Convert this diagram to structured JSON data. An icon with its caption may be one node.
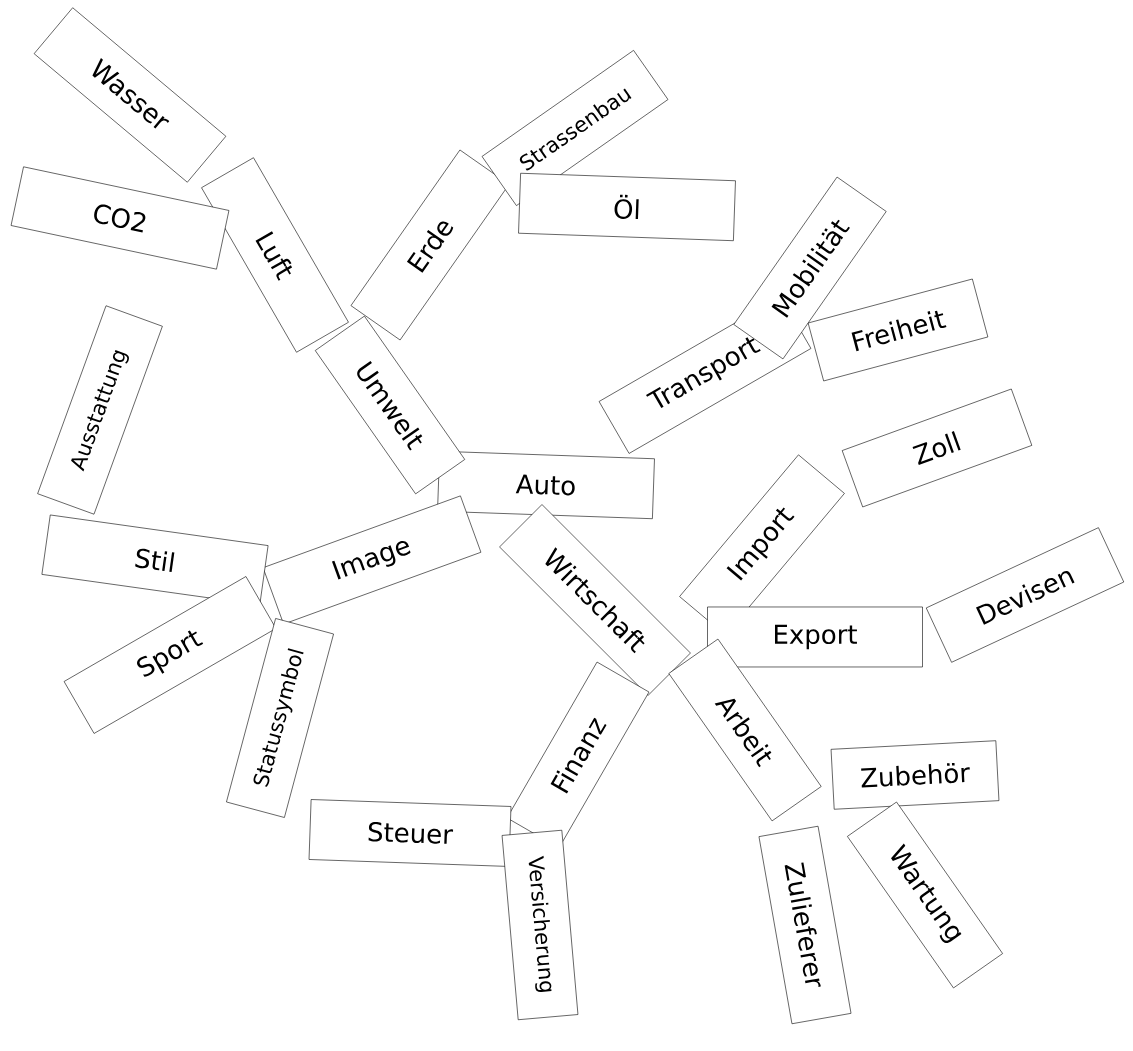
{
  "diagram": {
    "nodes": [
      {
        "text": [
          "Auto"
        ]
      },
      {
        "text": [
          "Umwelt"
        ]
      },
      {
        "text": [
          "Luft"
        ]
      },
      {
        "text": [
          "Wasser"
        ]
      },
      {
        "text": [
          "CO2"
        ]
      },
      {
        "text": [
          "Erde"
        ]
      },
      {
        "text": [
          "Strassenbau"
        ]
      },
      {
        "text": [
          "Öl"
        ]
      },
      {
        "text": [
          "Transport"
        ]
      },
      {
        "text": [
          "Mobilität"
        ]
      },
      {
        "text": [
          "Freiheit"
        ]
      },
      {
        "text": [
          "Zoll"
        ]
      },
      {
        "text": [
          "Import"
        ]
      },
      {
        "text": [
          "Export"
        ]
      },
      {
        "text": [
          "Devisen"
        ]
      },
      {
        "text": [
          "Wirtschaft"
        ]
      },
      {
        "text": [
          "Arbeit"
        ]
      },
      {
        "text": [
          "Zubehör"
        ]
      },
      {
        "text": [
          "Wartung"
        ]
      },
      {
        "text": [
          "Zulieferer"
        ]
      },
      {
        "text": [
          "Finanz"
        ]
      },
      {
        "text": [
          "Steuer"
        ]
      },
      {
        "text": [
          "Versicherung"
        ]
      },
      {
        "text": [
          "Image"
        ]
      },
      {
        "text": [
          "Stil"
        ]
      },
      {
        "text": [
          "Sport"
        ]
      },
      {
        "text": [
          "Statussymbol"
        ]
      },
      {
        "text": [
          "Ausstattung"
        ]
      }
    ]
  }
}
